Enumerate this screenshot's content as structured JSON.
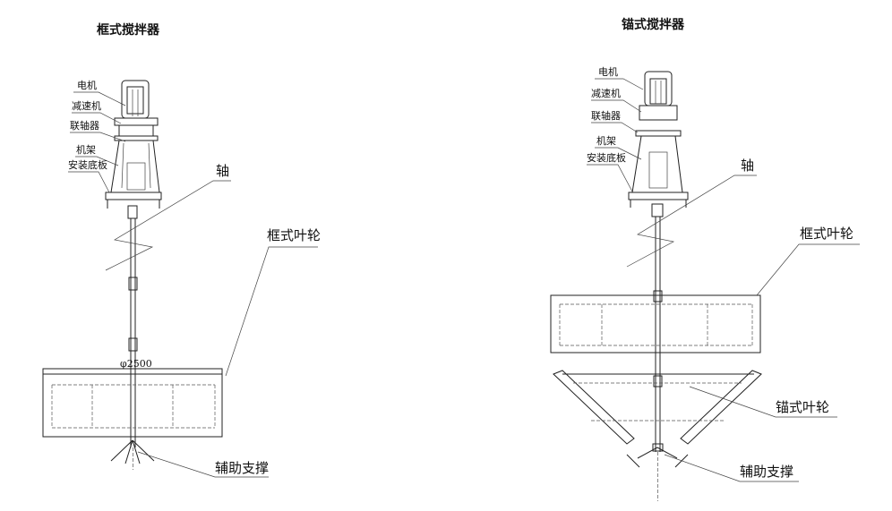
{
  "left": {
    "title": "框式搅拌器",
    "labels": {
      "motor": "电机",
      "reducer": "减速机",
      "coupling": "联轴器",
      "frame": "机架",
      "base_plate": "安装底板",
      "shaft": "轴",
      "impeller": "框式叶轮",
      "support": "辅助支撑",
      "dimension": "φ2500"
    }
  },
  "right": {
    "title": "锚式搅拌器",
    "labels": {
      "motor": "电机",
      "reducer": "减速机",
      "coupling": "联轴器",
      "frame": "机架",
      "base_plate": "安装底板",
      "shaft": "轴",
      "frame_impeller": "框式叶轮",
      "anchor_impeller": "锚式叶轮",
      "support": "辅助支撑"
    }
  }
}
